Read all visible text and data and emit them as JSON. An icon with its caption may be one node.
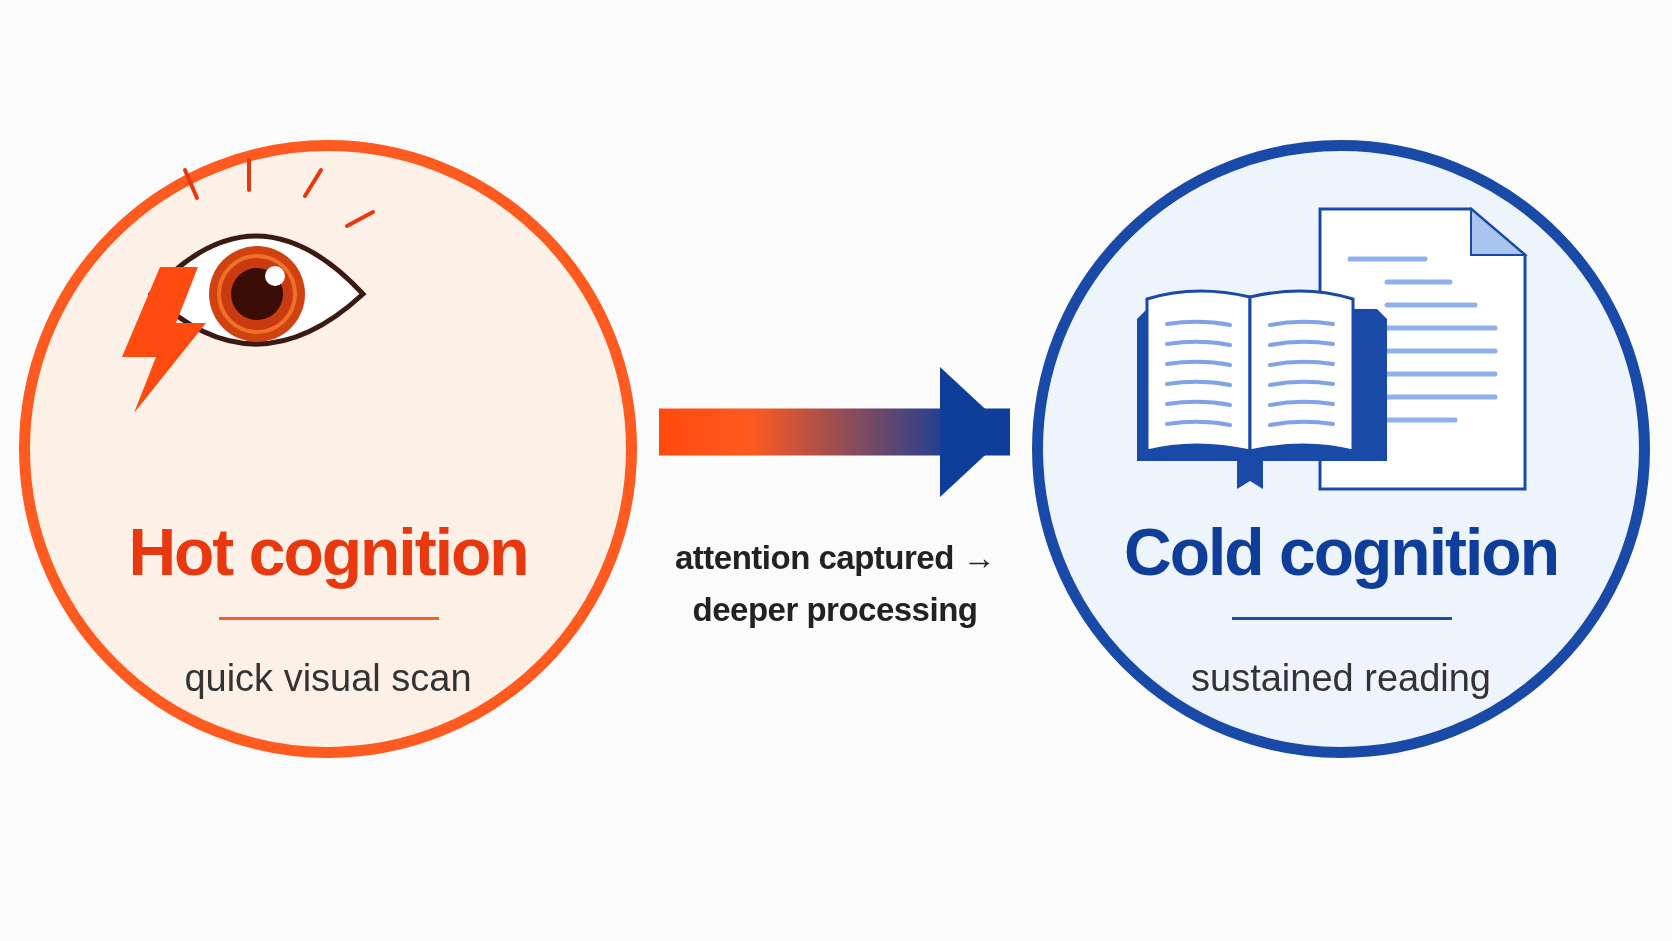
{
  "diagram": {
    "nodes": [
      {
        "text": [
          "Hot cognition",
          "quick visual scan"
        ]
      },
      {
        "text": [
          "Cold cognition",
          "sustained reading"
        ]
      }
    ],
    "edges": [
      {
        "from": 0,
        "to": 1,
        "arrow": "to",
        "style": "thick",
        "label": "attention captured → deeper processing"
      }
    ]
  }
}
